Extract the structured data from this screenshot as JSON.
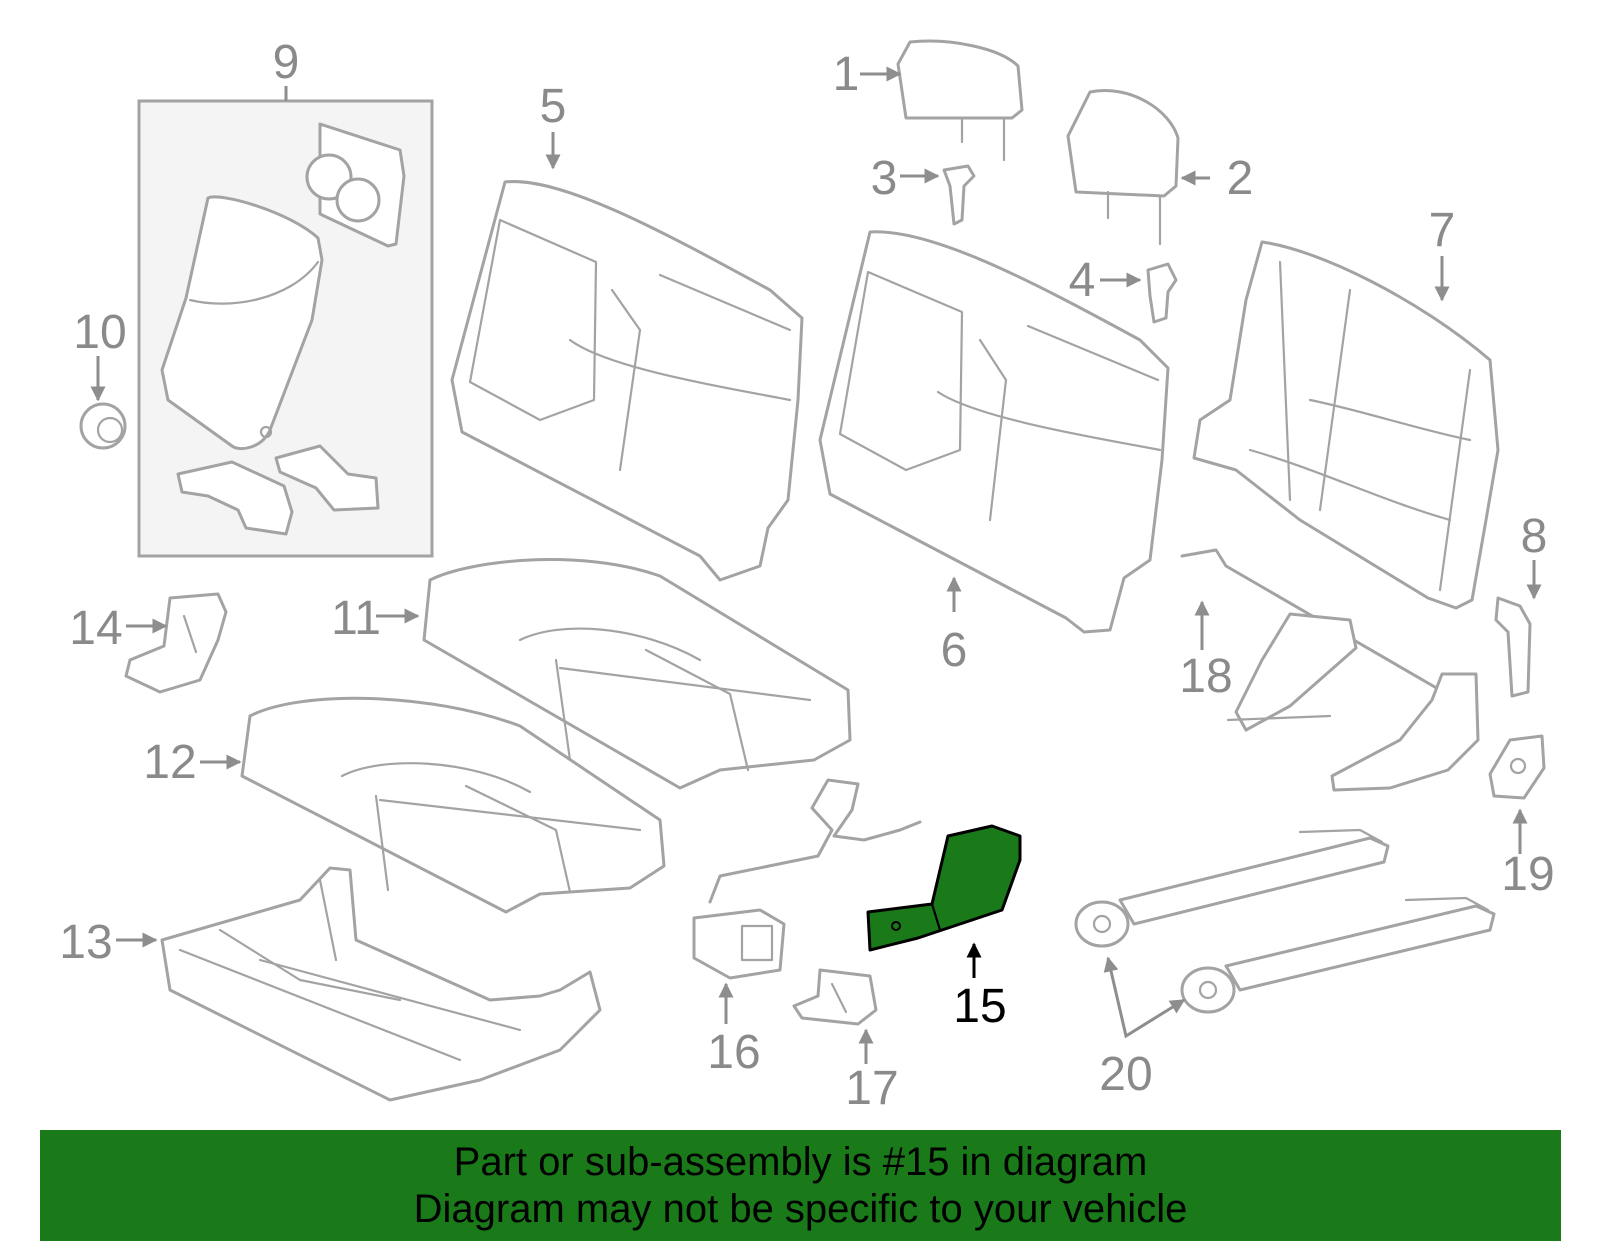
{
  "diagram": {
    "highlight_color": "#1a7a1a",
    "line_color": "#a3a3a3",
    "label_color": "#8a8a8a",
    "highlighted_part": "15",
    "callouts": {
      "c1": "1",
      "c2": "2",
      "c3": "3",
      "c4": "4",
      "c5": "5",
      "c6": "6",
      "c7": "7",
      "c8": "8",
      "c9": "9",
      "c10": "10",
      "c11": "11",
      "c12": "12",
      "c13": "13",
      "c14": "14",
      "c15": "15",
      "c16": "16",
      "c17": "17",
      "c18": "18",
      "c19": "19",
      "c20": "20"
    }
  },
  "banner": {
    "line1": "Part or sub-assembly is #15 in diagram",
    "line2": "Diagram may not be specific to your vehicle",
    "background": "#1a7a1a"
  }
}
